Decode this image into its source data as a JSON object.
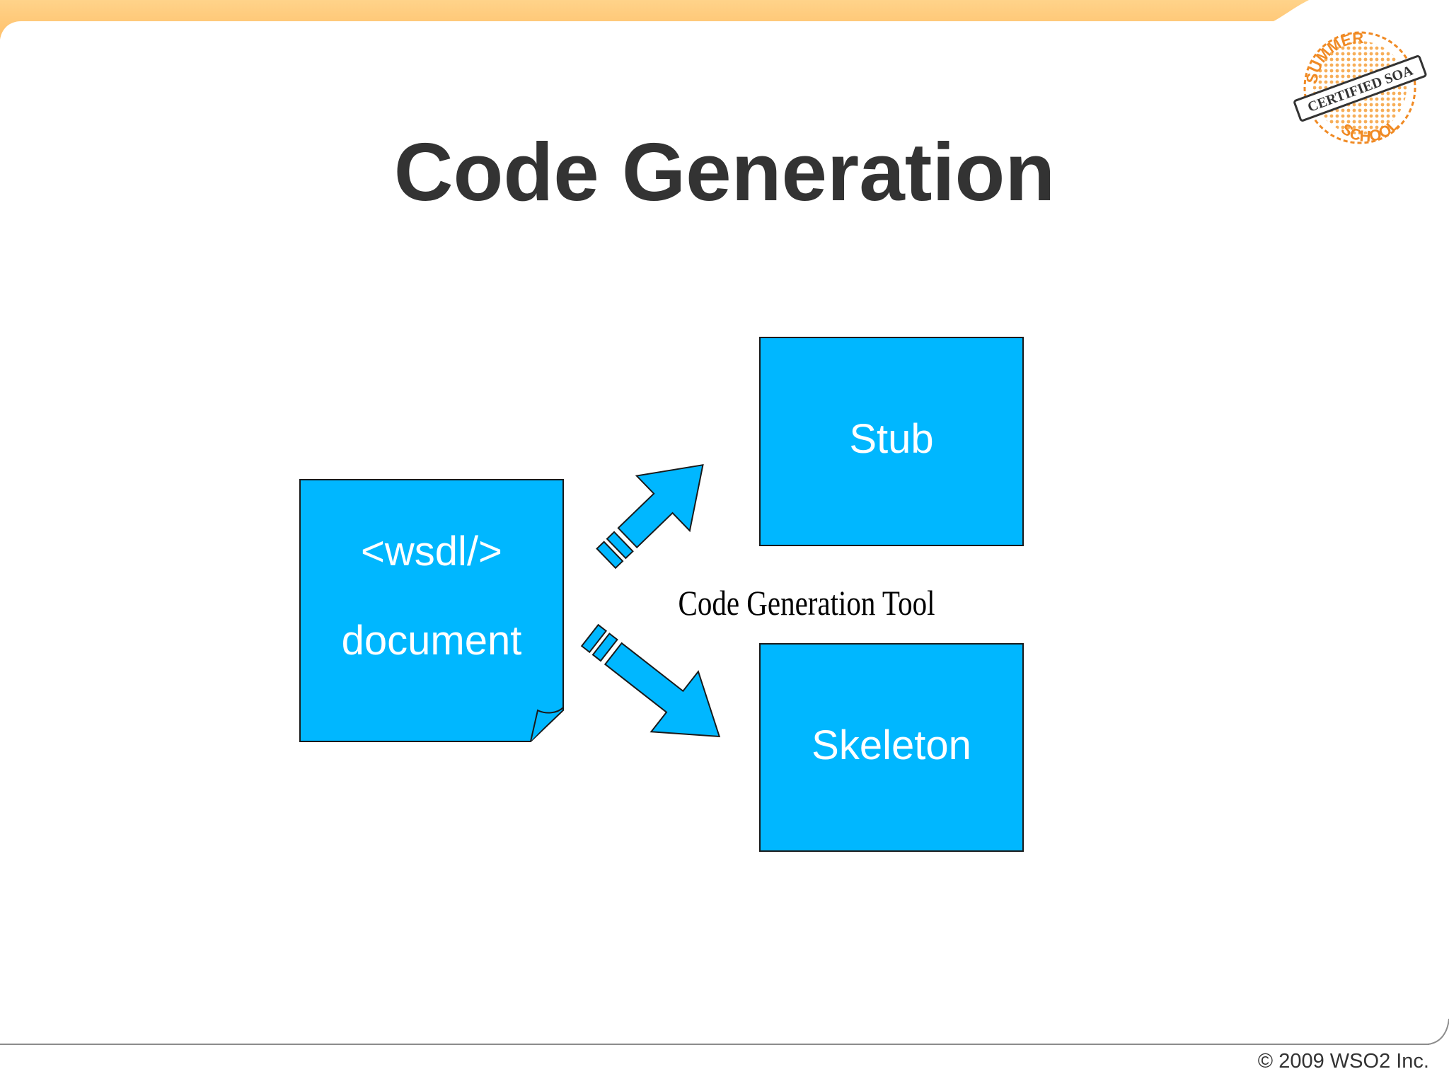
{
  "slide": {
    "title": "Code Generation",
    "footer": "© 2009 WSO2 Inc.",
    "accent_color": "#FFC97A",
    "frame_line_color": "#9a9a9a"
  },
  "logo": {
    "text_top": "SUMMER",
    "text_band": "CERTIFIED SOA",
    "text_bottom": "SCHOOL",
    "color": "#F08A24"
  },
  "diagram": {
    "box_fill": "#00B7FF",
    "box_stroke": "#1a1a1a",
    "wsdl_doc": {
      "line1": "<wsdl/>",
      "line2": "document"
    },
    "stub": {
      "label": "Stub"
    },
    "skeleton": {
      "label": "Skeleton"
    },
    "tool_label": "Code Generation Tool"
  }
}
